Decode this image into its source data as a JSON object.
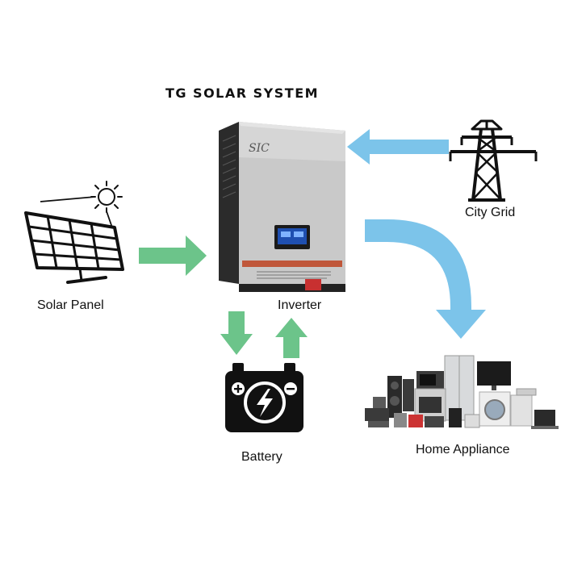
{
  "title": "TG  SOLAR  SYSTEM",
  "labels": {
    "solar_panel": "Solar Panel",
    "inverter": "Inverter",
    "city_grid": "City Grid",
    "battery": "Battery",
    "home_appliance": "Home Appliance"
  },
  "colors": {
    "green_arrow": "#6cc48a",
    "blue_arrow": "#7cc4ea",
    "inverter_body": "#c9c9c9",
    "inverter_side": "#2a2a2a",
    "inverter_stripe": "#c0573a",
    "screen": "#1f4fb0"
  }
}
